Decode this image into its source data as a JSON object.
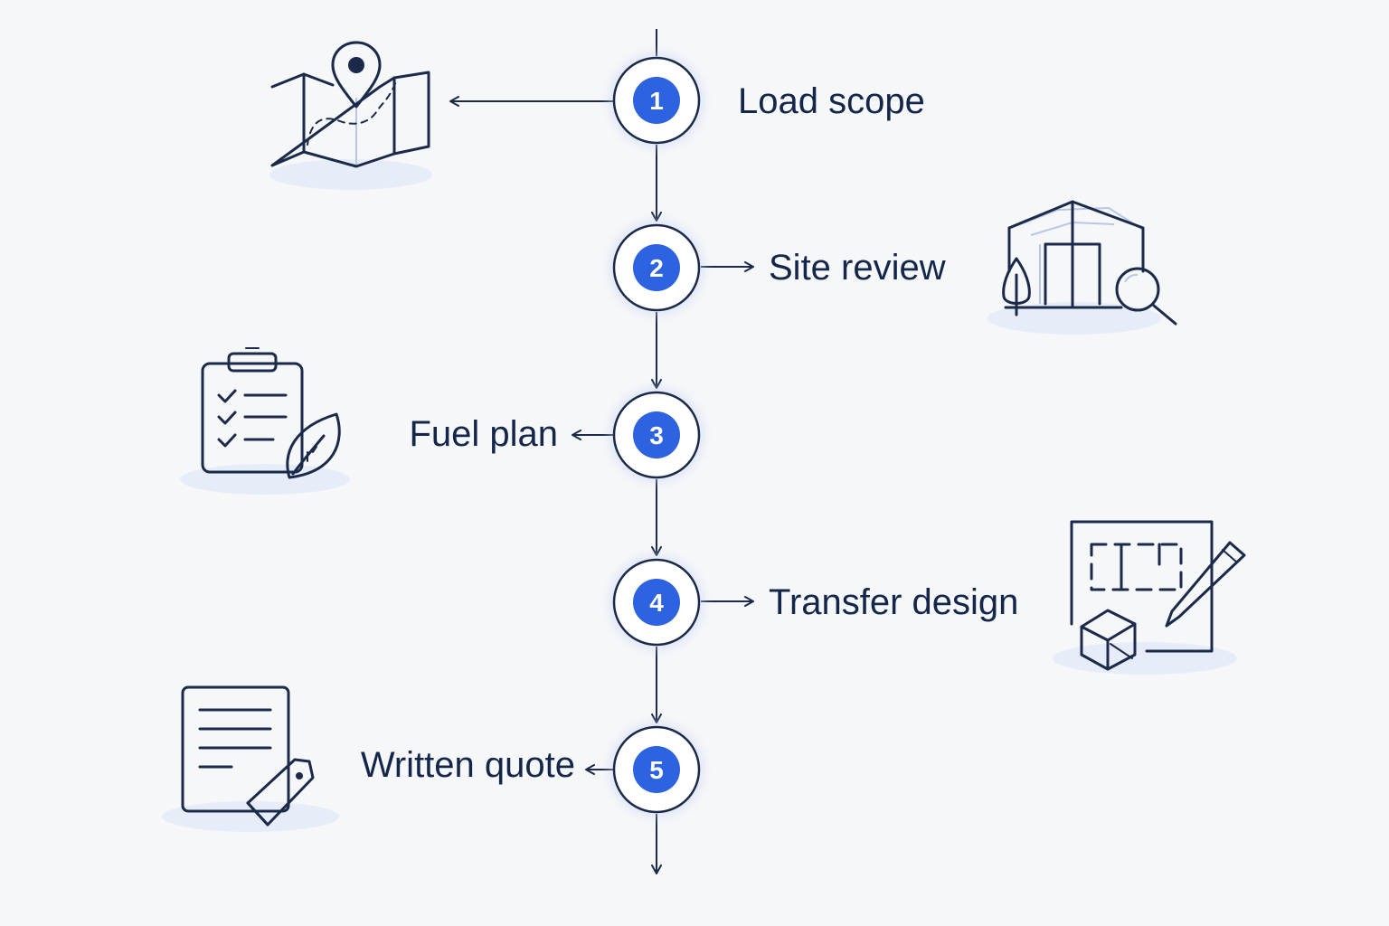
{
  "steps": [
    {
      "number": "1",
      "label": "Load scope",
      "icon": "map-pin-icon"
    },
    {
      "number": "2",
      "label": "Site review",
      "icon": "building-magnifier-icon"
    },
    {
      "number": "3",
      "label": "Fuel plan",
      "icon": "clipboard-leaf-icon"
    },
    {
      "number": "4",
      "label": "Transfer design",
      "icon": "blueprint-pencil-icon"
    },
    {
      "number": "5",
      "label": "Written quote",
      "icon": "document-tag-icon"
    }
  ],
  "colors": {
    "line": "#1b2a4a",
    "accent": "#2d62e0",
    "text": "#14264a",
    "background": "#f6f7f9"
  }
}
